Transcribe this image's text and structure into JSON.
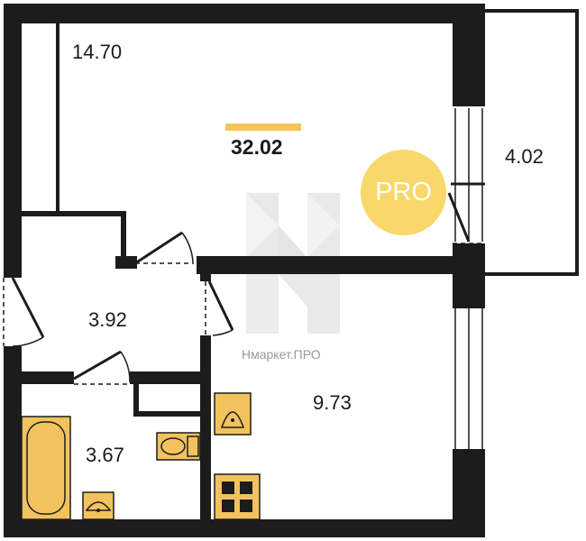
{
  "plan": {
    "total_area": "32.02",
    "rooms": {
      "living_room": "14.70",
      "balcony": "4.02",
      "hallway": "3.92",
      "kitchen": "9.73",
      "bathroom": "3.67"
    }
  },
  "badge": {
    "label": "PRO"
  },
  "watermark": {
    "text": "Нмаркет.ПРО"
  },
  "colors": {
    "wall": "#1c1c1c",
    "fixture": "#f2c35c",
    "badge": "#f8d86a",
    "accent_bar": "#f5c45a"
  },
  "icons": [
    "bathtub-icon",
    "sink-icon",
    "toilet-icon",
    "stove-icon"
  ]
}
